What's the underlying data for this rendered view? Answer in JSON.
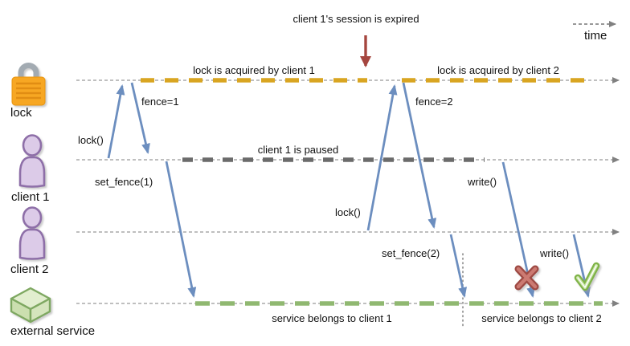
{
  "title": "fencing token sequence diagram",
  "header": {
    "session_note": "client 1's session is expired",
    "time_label": "time"
  },
  "lanes": [
    {
      "label": "lock",
      "icon": "padlock-icon"
    },
    {
      "label": "client 1",
      "icon": "person-icon"
    },
    {
      "label": "client 2",
      "icon": "person-icon"
    },
    {
      "label": "external service",
      "icon": "cube-icon"
    }
  ],
  "segments": {
    "lock_client1": "lock is acquired by client 1",
    "lock_client2": "lock is acquired by client 2",
    "client1_paused": "client 1 is paused",
    "service_client1": "service belongs to client 1",
    "service_client2": "service belongs to client 2"
  },
  "messages": {
    "lock1": "lock()",
    "fence1": "fence=1",
    "set_fence1": "set_fence(1)",
    "lock2": "lock()",
    "fence2": "fence=2",
    "set_fence2": "set_fence(2)",
    "write1": "write()",
    "write2": "write()"
  },
  "icons": {
    "fail": "x-mark-icon",
    "success": "check-mark-icon",
    "expired_pointer": "down-arrow-icon"
  },
  "colors": {
    "lock_segment": "#D9A521",
    "paused_segment": "#6B6B6B",
    "service_segment": "#90B871",
    "arrow_blue": "#6C8EBF",
    "arrow_red": "#A5463F",
    "timeline_gray": "#999999",
    "x_mark": "#A94742",
    "check_mark": "#8DC63F",
    "person_fill": "#DCCBE8",
    "person_stroke": "#8E6FA8",
    "cube_fill": "#D5E5BD",
    "cube_stroke": "#7EA861",
    "lock_body": "#F7A723",
    "lock_shackle": "#A3ABB2",
    "text": "#111111"
  }
}
